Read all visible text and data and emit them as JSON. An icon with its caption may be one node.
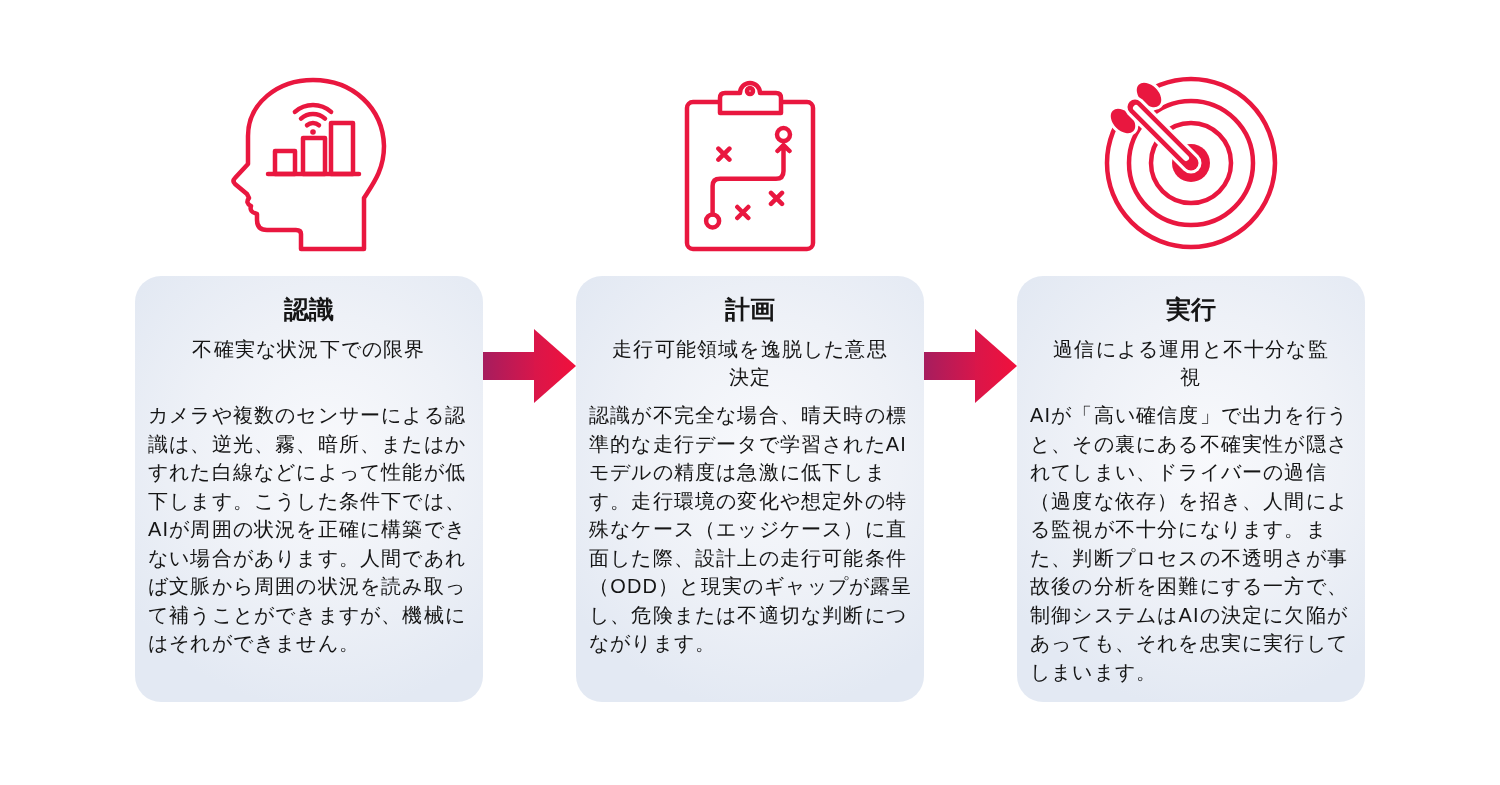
{
  "diagram": {
    "nodes": [
      {
        "text": [
          "認識",
          "不確実な状況下での限界",
          "カメラや複数のセンサーによる認識は、逆光、霧、暗所、またはかすれた白線などによって性能が低下します。こうした条件下では、AIが周囲の状況を正確に構築できない場合があります。人間であれば文脈から周囲の状況を読み取って補うことができますが、機械にはそれができません。"
        ]
      },
      {
        "text": [
          "計画",
          "走行可能領域を逸脱した意思決定",
          "認識が不完全な場合、晴天時の標準的な走行データで学習されたAIモデルの精度は急激に低下します。走行環境の変化や想定外の特殊なケース（エッジケース）に直面した際、設計上の走行可能条件（ODD）と現実のギャップが露呈し、危険または不適切な判断につながります。"
        ]
      },
      {
        "text": [
          "実行",
          "過信による運用と不十分な監視",
          "AIが「高い確信度」で出力を行うと、その裏にある不確実性が隠されてしまい、ドライバーの過信（過度な依存）を招き、人間による監視が不十分になります。また、判断プロセスの不透明さが事故後の分析を困難にする一方で、制御システムはAIの決定に欠陥があっても、それを忠実に実行してしまいます。"
        ]
      }
    ],
    "edges": [
      {
        "from": 0,
        "to": 1,
        "arrow": "to"
      },
      {
        "from": 1,
        "to": 2,
        "arrow": "to"
      }
    ]
  }
}
